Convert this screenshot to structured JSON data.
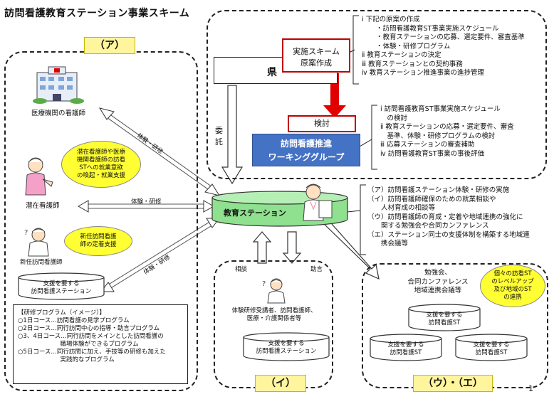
{
  "title": "訪問看護教育ステーション事業スキーム",
  "labels": {
    "a": "（ア）",
    "i": "（イ）",
    "ue": "（ウ）・（エ）"
  },
  "page_number": "1",
  "pref": {
    "name": "県",
    "scheme_box": [
      "実施スキーム",
      "原案作成"
    ],
    "tasks": [
      "ⅰ 下記の原案の作成",
      "・訪問看護教育ST事業実施スケジュール",
      "・教育ステーションの応募、選定要件、審査基準",
      "・体験・研修プログラム",
      "ⅱ 教育ステーションの決定",
      "ⅲ 教育ステーションとの契約事務",
      "ⅳ 教育ステーション推進事業の進捗管理"
    ]
  },
  "wg": {
    "review": "検討",
    "name": [
      "訪問看護推進",
      "ワーキンググループ"
    ],
    "tasks": [
      "ⅰ 訪問看護教育ST事業実施スケジュール",
      "　の検討",
      "ⅱ 教育ステーションの応募・選定要件、審査",
      "　基準、体験・研修プログラムの検討",
      "ⅲ 応募ステーションの審査補助",
      "ⅳ 訪問看護教育ST事業の事後評価"
    ]
  },
  "entrust": [
    "委",
    "託"
  ],
  "edu_station": "教育ステーション",
  "edu_tasks": [
    "（ア）訪問看護ステーション体験・研修の実施",
    "（イ）訪問看護師確保のための就業相談や",
    "　　人材育成の相談等",
    "（ウ）訪問看護師の育成・定着や地域連携の強化に",
    "　　関する勉強会や合同カンファレンス",
    "（エ）ステーション同士の支援体制を構築する地域連",
    "　　携会議等"
  ],
  "left": {
    "hospital_nurse": "医療機関の看護師",
    "exp_training_1": "体験・研修",
    "cloud1": [
      "潜在看護師や医療",
      "機関看護師の訪看",
      "STへの就業意欲",
      "の喚起・就業支援"
    ],
    "latent_nurse": "潜在看護師",
    "exp_training_2": "体験・研修",
    "cloud2": [
      "新任訪問看護",
      "師の定着支援"
    ],
    "new_nurse": "新任訪問看護師",
    "exp_training_3": "体験・研修",
    "support_station": [
      "支援を要する",
      "訪問看護ステーション"
    ]
  },
  "program": {
    "title": "【研修プログラム（イメージ）】",
    "lines": [
      "○1日コース…訪問看護の見学プログラム",
      "○2日コース…同行訪問中心の指導・助言プログラム",
      "○3、4日コース…同行訪問をメインとした訪問看護の",
      "　　　　　　　職場体験ができるプログラム",
      "○5日コース…同行訪問に加え、手技等の研修も加えた",
      "　　　　　　　実践的なプログラム"
    ]
  },
  "middle": {
    "consult": "相談",
    "advice": "助言",
    "people": [
      "体験研修受講者、訪問看護師、",
      "医療・介護関係者等"
    ],
    "support_station": [
      "支援を要する",
      "訪問看護ステーション"
    ]
  },
  "right": {
    "meetings": [
      "勉強会、",
      "合同カンファレンス",
      "地域連携会議等"
    ],
    "cloud": [
      "個々の訪看ST",
      "のレベルアップ",
      "及び地域のST",
      "の連携"
    ],
    "st1": [
      "支援を要する",
      "訪問看護ST"
    ],
    "st2": [
      "支援を要する",
      "訪問看護ST"
    ],
    "st3": [
      "支援を要する",
      "訪問看護ST"
    ]
  },
  "colors": {
    "wg_blue": "#4472c4",
    "edu_green": "#8fe08f",
    "red_arrow": "#e00000",
    "tag_yellow": "#fff59d",
    "cloud_yellow": "#ffff33"
  },
  "icons": [
    "hospital-icon",
    "nurse-icon",
    "person-icon"
  ]
}
